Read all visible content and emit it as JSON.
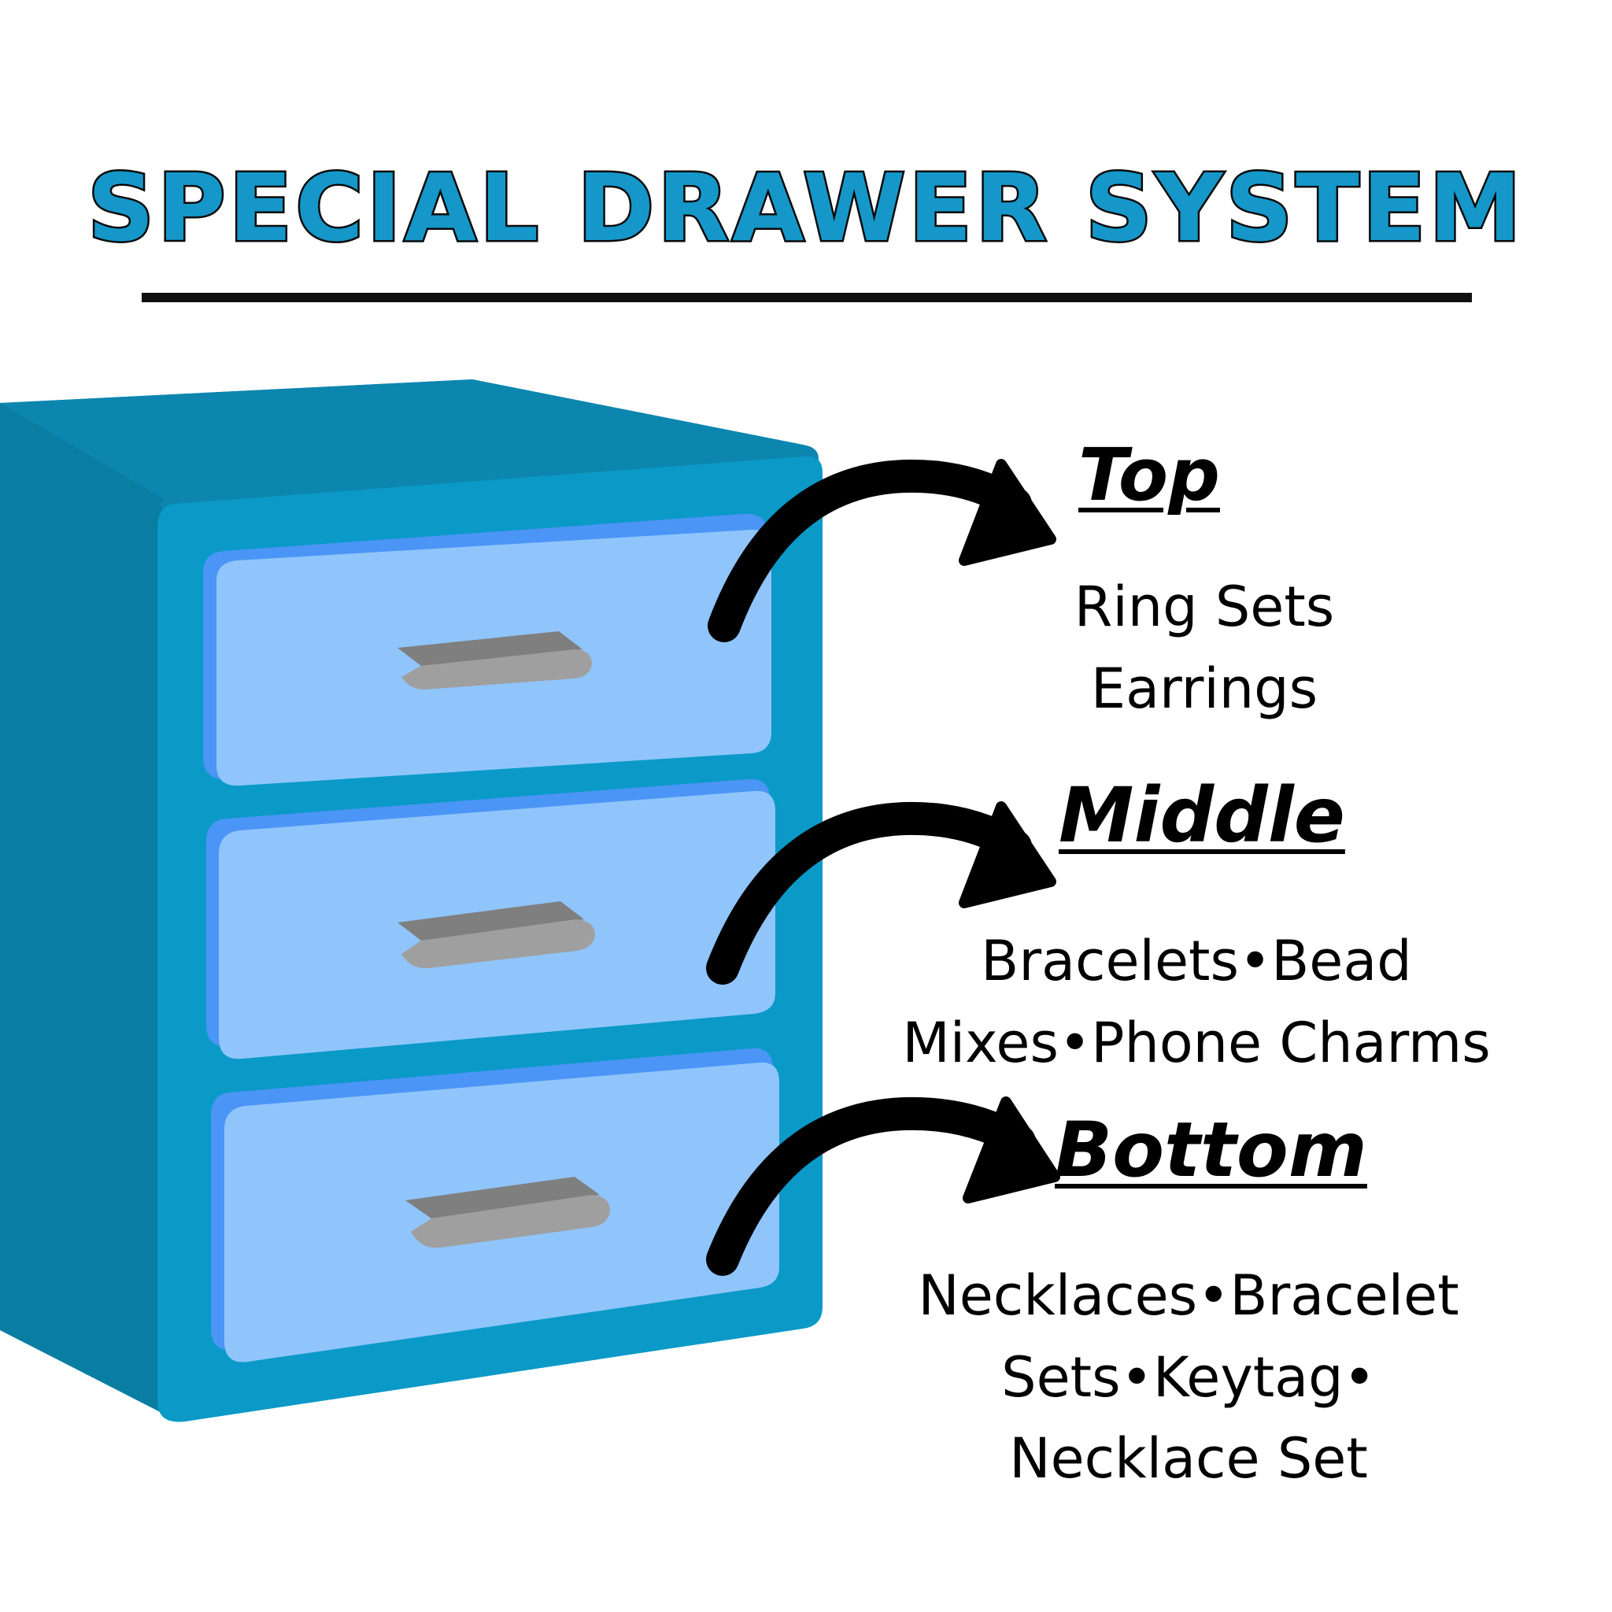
{
  "title": "SPECIAL DRAWER SYSTEM",
  "colors": {
    "title_fill": "#1597c9",
    "cabinet_side": "#0a7da3",
    "cabinet_front": "#0b9ac7",
    "drawer_face": "#90c5fb",
    "drawer_edge": "#4a95f5",
    "handle": "#9e9e9e",
    "arrow": "#000000"
  },
  "sections": [
    {
      "heading": "Top",
      "items": "Ring Sets\nEarrings"
    },
    {
      "heading": "Middle",
      "items": "Bracelets•Bead\nMixes•Phone Charms"
    },
    {
      "heading": "Bottom",
      "items": "Necklaces•Bracelet\nSets•Keytag•\nNecklace Set"
    }
  ],
  "icons": [
    "drawer-cabinet-icon",
    "curved-arrow-icon"
  ]
}
